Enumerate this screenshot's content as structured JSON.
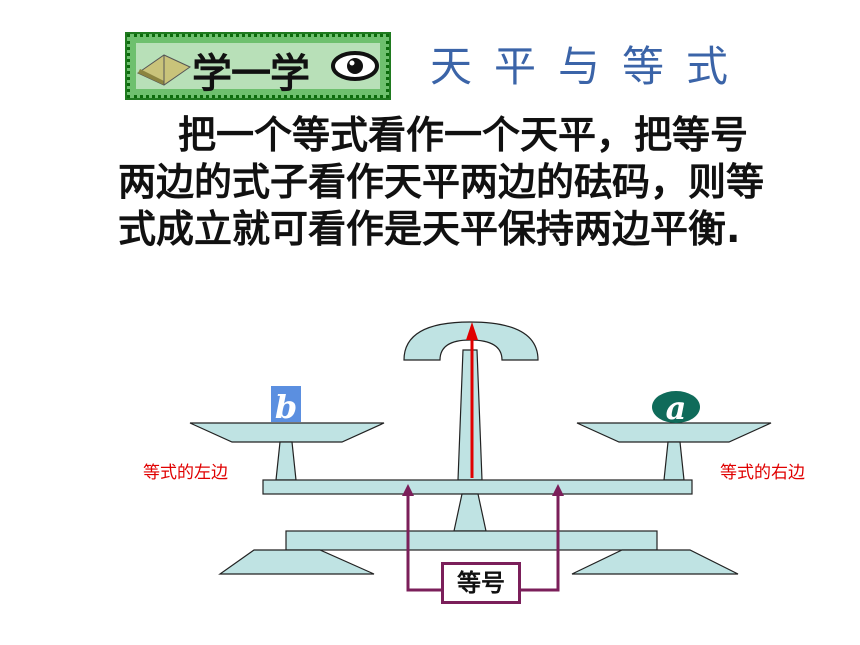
{
  "header": {
    "badge_label": "学一学",
    "title": "天平与等式"
  },
  "paragraph": {
    "line1": "把一个等式看作一个天平，把等号",
    "line2": "两边的式子看作天平两边的砝码，则等",
    "line3": "式成立就可看作是天平保持两边平衡."
  },
  "diagram": {
    "left_weight": "b",
    "right_weight": "a",
    "left_label": "等式的左边",
    "right_label": "等式的右边",
    "equal_sign_label": "等号"
  },
  "colors": {
    "scale_fill": "#bfe3e3",
    "scale_stroke": "#222222",
    "needle": "#e00000",
    "arrow": "#7b1f5a",
    "weight_b": "#5b8fe0",
    "weight_a": "#0f6b5a",
    "heading": "#3b64a8",
    "label": "#e00000"
  }
}
